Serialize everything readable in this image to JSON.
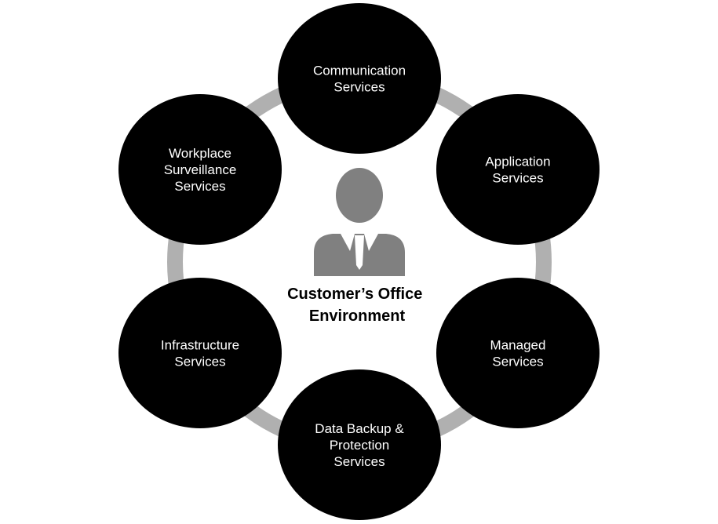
{
  "diagram": {
    "center": {
      "label_lines": [
        "Customer’s Office",
        "Environment"
      ],
      "icon": "businessman-icon"
    },
    "nodes": [
      {
        "id": "communication",
        "label_lines": [
          "Communication",
          "Services"
        ]
      },
      {
        "id": "application",
        "label_lines": [
          "Application",
          "Services"
        ]
      },
      {
        "id": "managed",
        "label_lines": [
          "Managed",
          "Services"
        ]
      },
      {
        "id": "data-backup",
        "label_lines": [
          "Data Backup &",
          "Protection",
          "Services"
        ]
      },
      {
        "id": "infrastructure",
        "label_lines": [
          "Infrastructure",
          "Services"
        ]
      },
      {
        "id": "workplace-surveillance",
        "label_lines": [
          "Workplace",
          "Surveillance",
          "Services"
        ]
      }
    ],
    "colors": {
      "node_fill": "#000000",
      "node_text": "#ffffff",
      "connector": "#b0b0b0",
      "icon": "#808080",
      "center_text": "#000000"
    }
  }
}
